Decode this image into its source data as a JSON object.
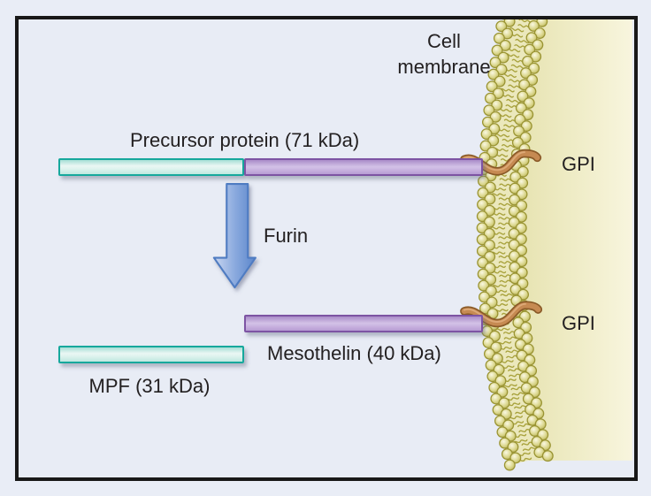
{
  "labels": {
    "cell_membrane": "Cell membrane",
    "precursor": "Precursor protein (71 kDa)",
    "furin": "Furin",
    "gpi_top": "GPI",
    "gpi_bottom": "GPI",
    "mesothelin": "Mesothelin (40 kDa)",
    "mpf": "MPF (31 kDa)"
  },
  "colors": {
    "background": "#e9edf6",
    "frame_border": "#181818",
    "mpf_teal_border": "#16a89c",
    "mpf_teal_fill": "#d9f1ec",
    "mesothelin_purple_border": "#7d54a3",
    "mesothelin_purple_fill": "#cdbbe3",
    "furin_arrow_blue": "#6d96d4",
    "gpi_anchor_tan": "#c08350",
    "membrane_bead_olive": "#cdc97c",
    "membrane_bead_edge": "#9a9433",
    "cell_exterior_cream": "#efecc4",
    "text": "#232021"
  }
}
